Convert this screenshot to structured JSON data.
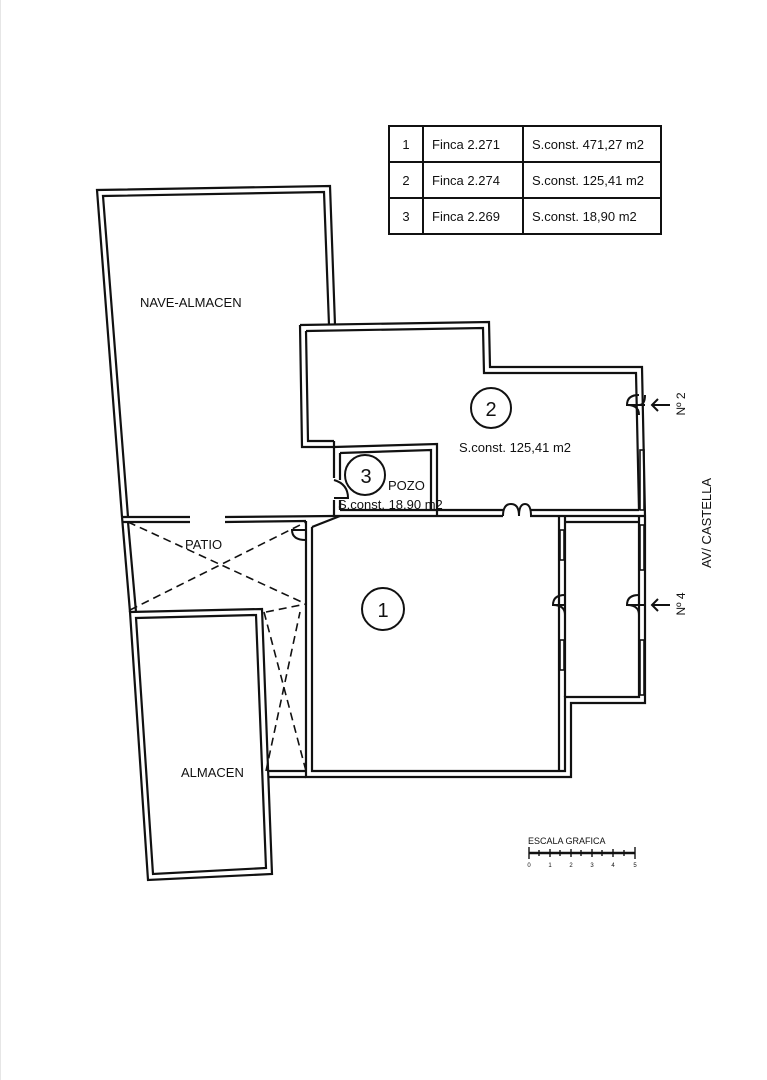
{
  "legend": {
    "rows": [
      {
        "num": "1",
        "finca": "Finca 2.271",
        "area": "S.const. 471,27 m2"
      },
      {
        "num": "2",
        "finca": "Finca 2.274",
        "area": "S.const. 125,41 m2"
      },
      {
        "num": "3",
        "finca": "Finca 2.269",
        "area": "S.const. 18,90 m2"
      }
    ]
  },
  "rooms": {
    "nave_almacen": "NAVE-ALMACEN",
    "patio": "PATIO",
    "almacen": "ALMACEN",
    "pozo": "POZO"
  },
  "units": {
    "u1": {
      "num": "1"
    },
    "u2": {
      "num": "2",
      "area": "S.const. 125,41 m2"
    },
    "u3": {
      "num": "3",
      "area": "S.const. 18,90 m2"
    }
  },
  "street": {
    "name": "AV/  CASTELLA",
    "entrance_2": "Nº 2",
    "entrance_4": "Nº 4"
  },
  "scale": {
    "title": "ESCALA GRAFICA",
    "ticks": [
      "0",
      "1",
      "2",
      "3",
      "4",
      "5"
    ]
  }
}
